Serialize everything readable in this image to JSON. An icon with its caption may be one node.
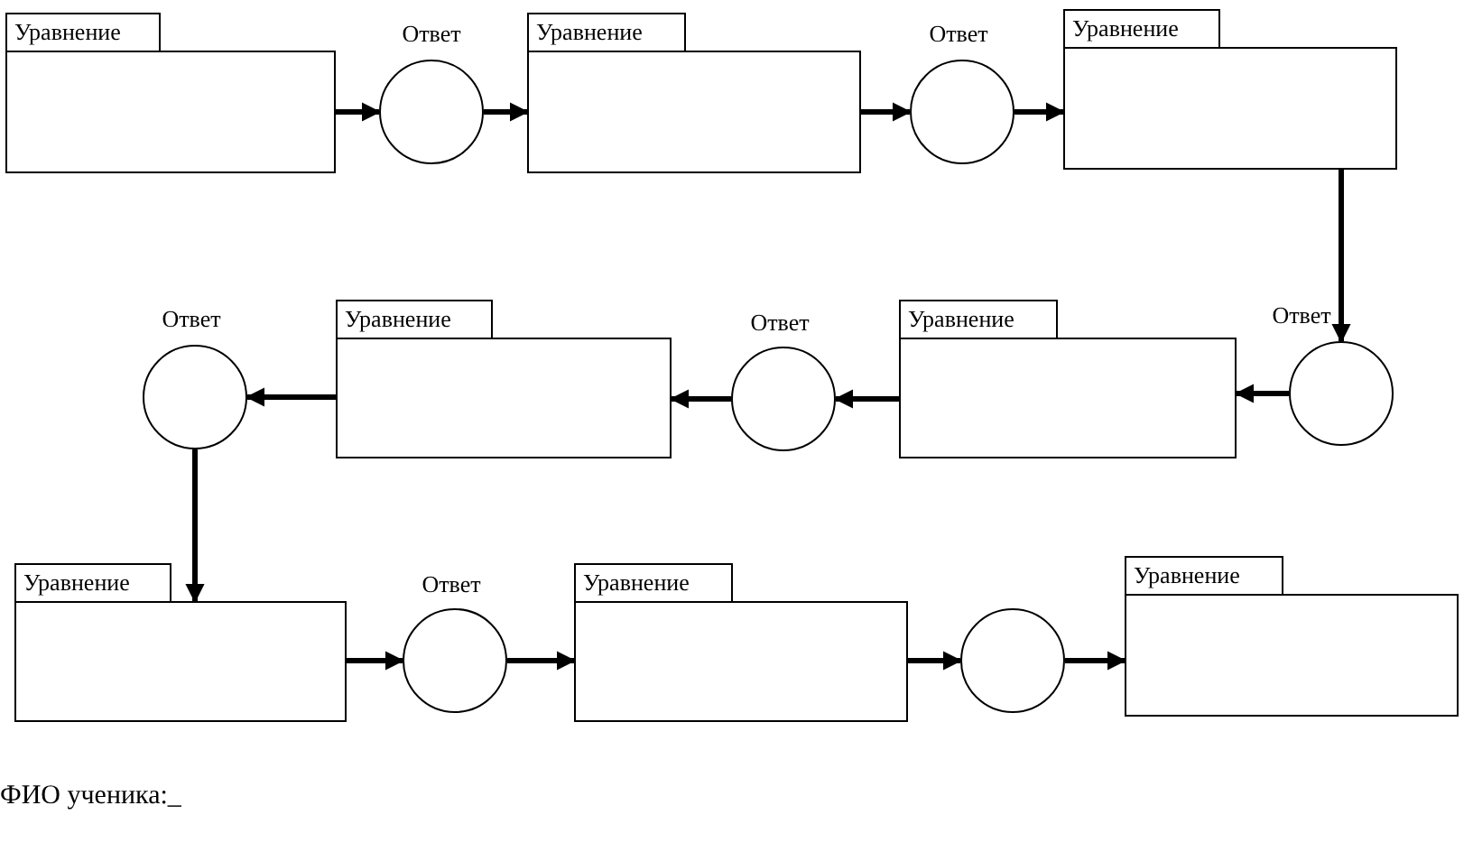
{
  "diagram": {
    "nodes": [
      {
        "text": [
          "Уравнение"
        ]
      },
      {
        "text": [],
        "shape": "circle",
        "beside": [
          "Ответ"
        ]
      },
      {
        "text": [
          "Уравнение"
        ]
      },
      {
        "text": [],
        "shape": "circle",
        "beside": [
          "Ответ"
        ]
      },
      {
        "text": [
          "Уравнение"
        ]
      },
      {
        "text": [],
        "shape": "circle",
        "beside": [
          "Ответ"
        ]
      },
      {
        "text": [
          "Уравнение"
        ]
      },
      {
        "text": [],
        "shape": "circle",
        "beside": [
          "Ответ"
        ]
      },
      {
        "text": [
          "Уравнение"
        ]
      },
      {
        "text": [],
        "shape": "circle",
        "beside": [
          "Ответ"
        ]
      },
      {
        "text": [
          "Уравнение"
        ]
      },
      {
        "text": [],
        "shape": "circle",
        "beside": [
          "Ответ"
        ]
      },
      {
        "text": [
          "Уравнение"
        ]
      },
      {
        "text": [],
        "shape": "circle"
      },
      {
        "text": [
          "Уравнение"
        ]
      }
    ],
    "edges": [
      {
        "from": 0,
        "to": 1,
        "arrow": "to"
      },
      {
        "from": 1,
        "to": 2,
        "arrow": "to"
      },
      {
        "from": 2,
        "to": 3,
        "arrow": "to"
      },
      {
        "from": 3,
        "to": 4,
        "arrow": "to"
      },
      {
        "from": 4,
        "to": 5,
        "arrow": "to"
      },
      {
        "from": 5,
        "to": 6,
        "arrow": "to"
      },
      {
        "from": 6,
        "to": 7,
        "arrow": "to"
      },
      {
        "from": 7,
        "to": 8,
        "arrow": "to"
      },
      {
        "from": 8,
        "to": 9,
        "arrow": "to"
      },
      {
        "from": 9,
        "to": 10,
        "arrow": "to"
      },
      {
        "from": 10,
        "to": 11,
        "arrow": "to"
      },
      {
        "from": 11,
        "to": 12,
        "arrow": "to"
      },
      {
        "from": 12,
        "to": 13,
        "arrow": "to"
      },
      {
        "from": 13,
        "to": 14,
        "arrow": "to"
      }
    ],
    "labels": [
      "ФИО ученика:_"
    ]
  }
}
